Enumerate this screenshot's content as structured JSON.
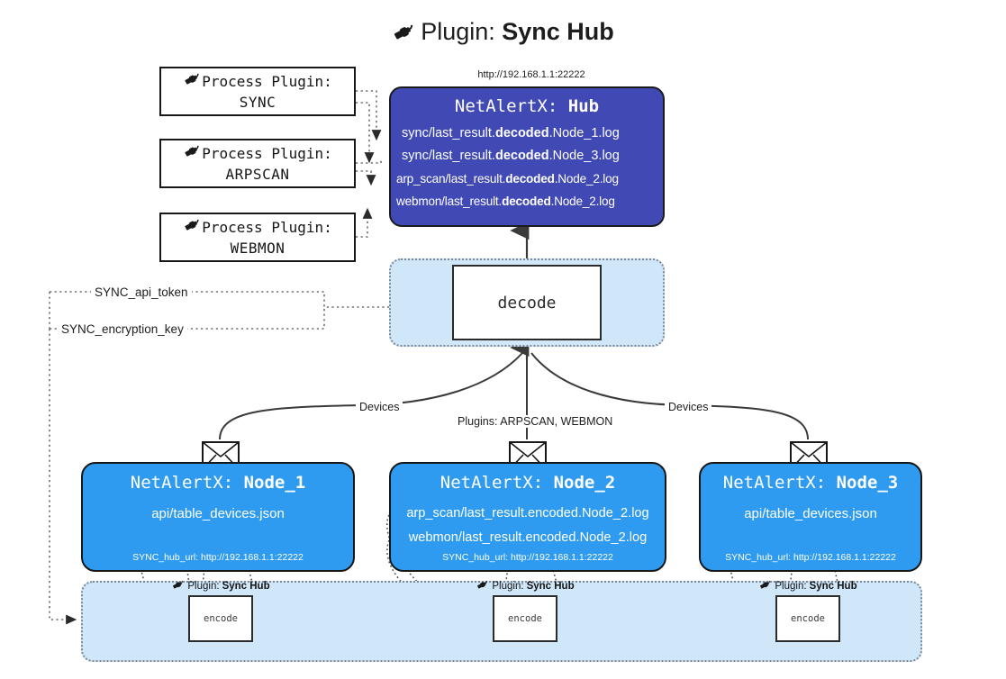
{
  "title": {
    "icon": "plug-icon",
    "prefix": "Plugin:",
    "name": "Sync Hub"
  },
  "hub": {
    "url": "http://192.168.1.1:22222",
    "label": "NetAlertX:",
    "name": "Hub",
    "logs": [
      {
        "pre": "sync/last_result.",
        "strong": "decoded",
        "post": ".Node_1.log"
      },
      {
        "pre": "sync/last_result.",
        "strong": "decoded",
        "post": ".Node_3.log"
      },
      {
        "pre": "arp_scan/last_result.",
        "strong": "decoded",
        "post": ".Node_2.log"
      },
      {
        "pre": "webmon/last_result.",
        "strong": "decoded",
        "post": ".Node_2.log"
      }
    ]
  },
  "process_plugins": [
    {
      "icon": "plug-icon",
      "line1": "Process Plugin:",
      "line2": "SYNC"
    },
    {
      "icon": "plug-icon",
      "line1": "Process Plugin:",
      "line2": "ARPSCAN"
    },
    {
      "icon": "plug-icon",
      "line1": "Process Plugin:",
      "line2": "WEBMON"
    }
  ],
  "decode": {
    "label": "decode"
  },
  "keys": {
    "api_token": "SYNC_api_token",
    "encryption_key": "SYNC_encryption_key"
  },
  "edge_labels": {
    "devices_left": "Devices",
    "devices_right": "Devices",
    "plugins": "Plugins: ARPSCAN, WEBMON"
  },
  "nodes": [
    {
      "label": "NetAlertX:",
      "name": "Node_1",
      "lines": [
        "api/table_devices.json"
      ],
      "hub_url": "SYNC_hub_url: http://192.168.1.1:22222",
      "envelope_icon": "envelope-icon"
    },
    {
      "label": "NetAlertX:",
      "name": "Node_2",
      "lines": [
        "arp_scan/last_result.encoded.Node_2.log",
        "webmon/last_result.encoded.Node_2.log"
      ],
      "hub_url": "SYNC_hub_url: http://192.168.1.1:22222",
      "envelope_icon": "envelope-icon"
    },
    {
      "label": "NetAlertX:",
      "name": "Node_3",
      "lines": [
        "api/table_devices.json"
      ],
      "hub_url": "SYNC_hub_url: http://192.168.1.1:22222",
      "envelope_icon": "envelope-icon"
    }
  ],
  "encoders": [
    {
      "icon": "plug-icon",
      "prefix": "Plugin:",
      "name": "Sync Hub",
      "box": "encode"
    },
    {
      "icon": "plug-icon",
      "prefix": "Plugin:",
      "name": "Sync Hub",
      "box": "encode"
    },
    {
      "icon": "plug-icon",
      "prefix": "Plugin:",
      "name": "Sync Hub",
      "box": "encode"
    }
  ],
  "colors": {
    "hub_fill": "#4049b4",
    "node_fill": "#2e9bf0",
    "container_fill": "#d0e7f9",
    "stroke": "#171717",
    "dotted_stroke": "#7d8a96",
    "background": "#ffffff"
  }
}
